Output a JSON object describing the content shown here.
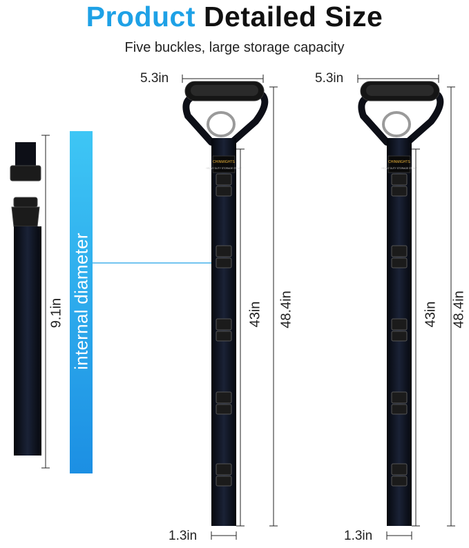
{
  "header": {
    "title_accent": "Product",
    "title_rest": "Detailed Size",
    "subtitle": "Five buckles, large storage capacity"
  },
  "colors": {
    "accent": "#1ea1e6",
    "strap": "#0d0f17",
    "strap_edge": "#1d2740",
    "buckle": "#222222",
    "dimension_line": "#222222",
    "callout_line": "#1ea1e6"
  },
  "loop_strap": {
    "label": "internal diameter",
    "length": "9.1in"
  },
  "storage_straps": [
    {
      "handle_width": "5.3in",
      "buckle_span": "43in",
      "total_length": "48.4in",
      "strap_width": "1.3in",
      "buckle_count": 5,
      "brand": "CHINMIGHTS",
      "tag_text": "HEAVY DUTY STORAGE STRAP"
    },
    {
      "handle_width": "5.3in",
      "buckle_span": "43in",
      "total_length": "48.4in",
      "strap_width": "1.3in",
      "buckle_count": 5,
      "brand": "CHINMIGHTS",
      "tag_text": "HEAVY DUTY STORAGE STRAP"
    }
  ]
}
